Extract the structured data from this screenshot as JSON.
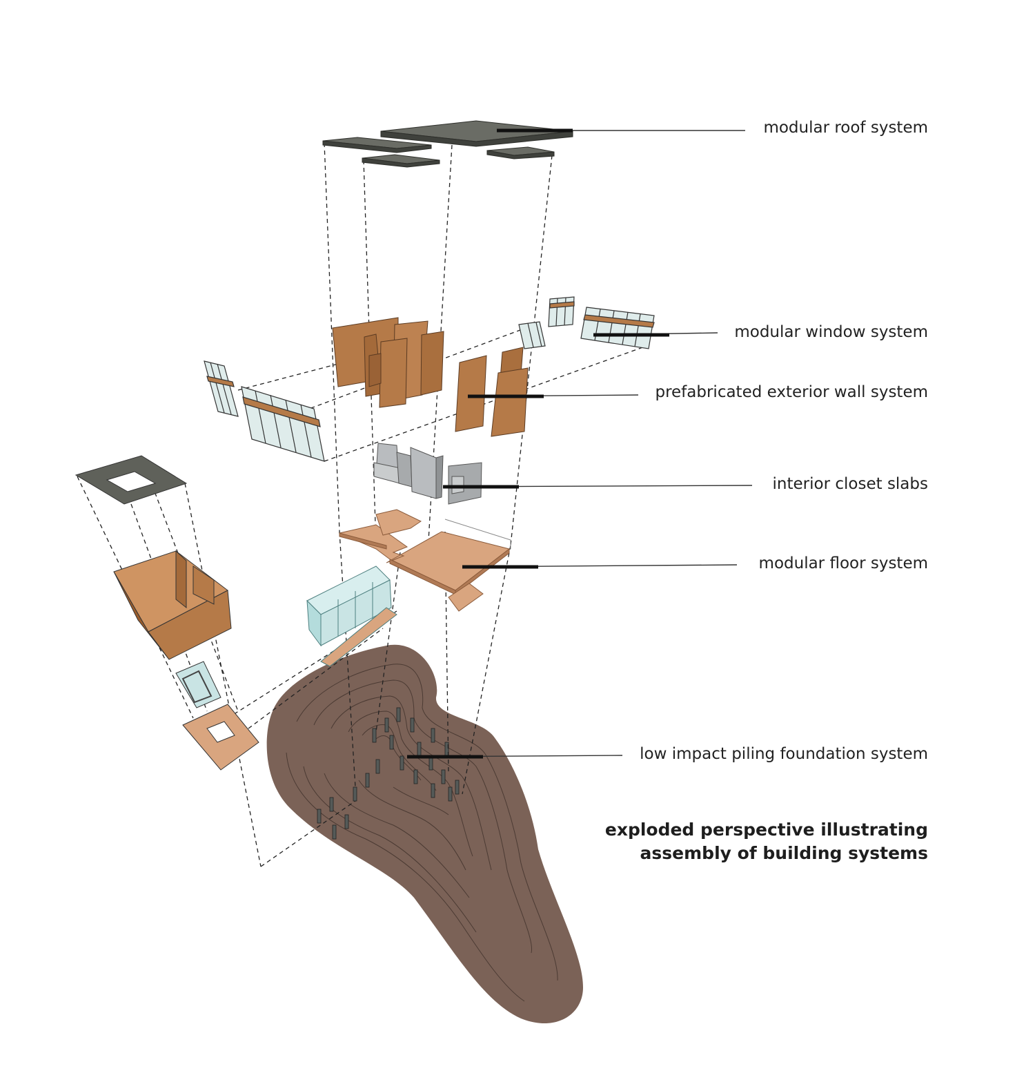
{
  "labels": {
    "roof": "modular roof system",
    "window": "modular window system",
    "wall": "prefabricated exterior wall system",
    "closet": "interior closet slabs",
    "floor": "modular floor system",
    "foundation": "low impact piling foundation system"
  },
  "caption": {
    "line1": "exploded perspective illustrating",
    "line2": "assembly of building systems"
  },
  "colors": {
    "roof": "#5f615a",
    "wall": "#b57a48",
    "floor": "#d9a57f",
    "glass": "#c9e4e4",
    "terrain": "#7b6257",
    "closet": "#b9bcbf"
  }
}
